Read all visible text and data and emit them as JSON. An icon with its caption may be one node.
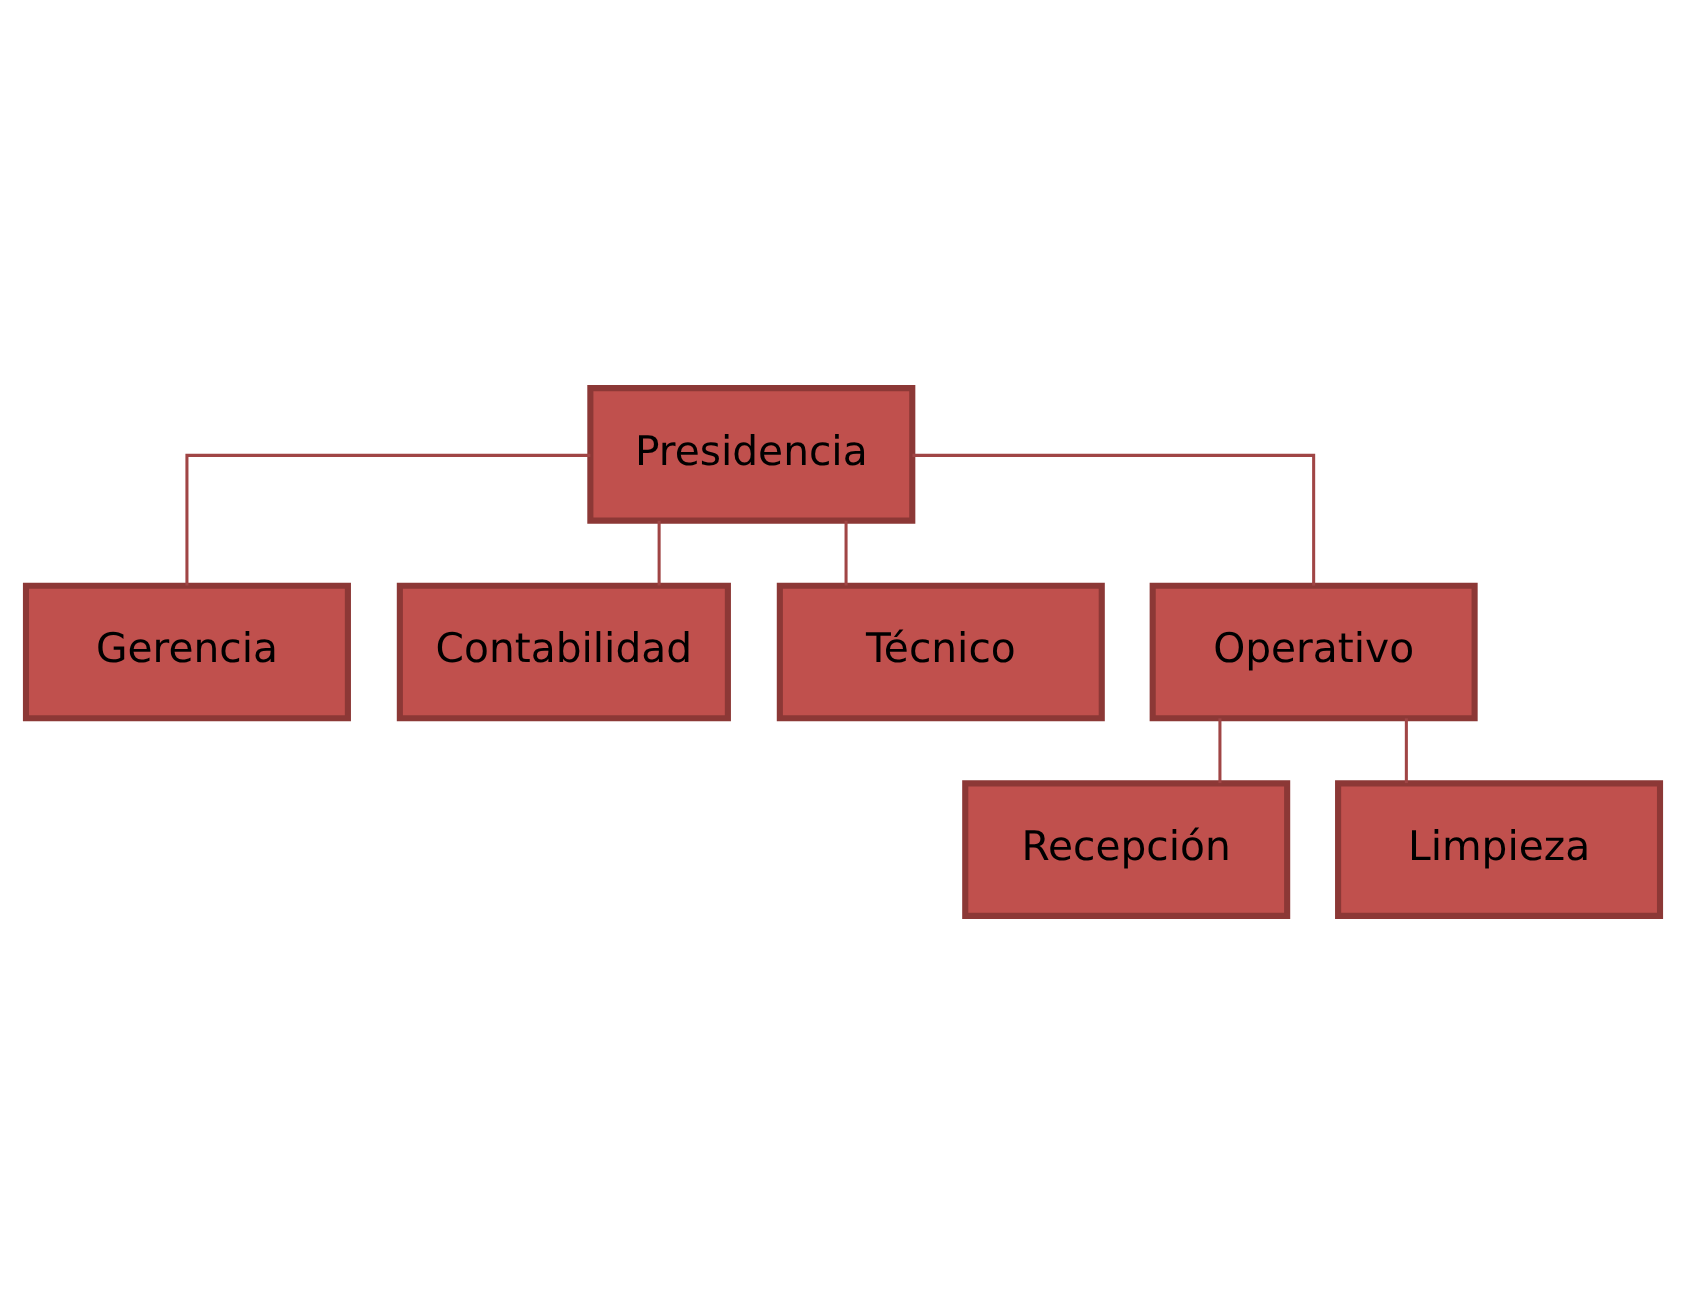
{
  "diagram": {
    "nodes": [
      {
        "text": [
          "Presidencia"
        ]
      },
      {
        "text": [
          "Gerencia"
        ]
      },
      {
        "text": [
          "Contabilidad"
        ]
      },
      {
        "text": [
          "Técnico"
        ]
      },
      {
        "text": [
          "Operativo"
        ]
      },
      {
        "text": [
          "Recepción"
        ]
      },
      {
        "text": [
          "Limpieza"
        ]
      }
    ],
    "edges": [
      {
        "from": 0,
        "to": 1,
        "arrow": "none"
      },
      {
        "from": 0,
        "to": 2,
        "arrow": "none"
      },
      {
        "from": 0,
        "to": 3,
        "arrow": "none"
      },
      {
        "from": 0,
        "to": 4,
        "arrow": "none"
      },
      {
        "from": 4,
        "to": 5,
        "arrow": "none"
      },
      {
        "from": 4,
        "to": 6,
        "arrow": "none"
      }
    ]
  }
}
